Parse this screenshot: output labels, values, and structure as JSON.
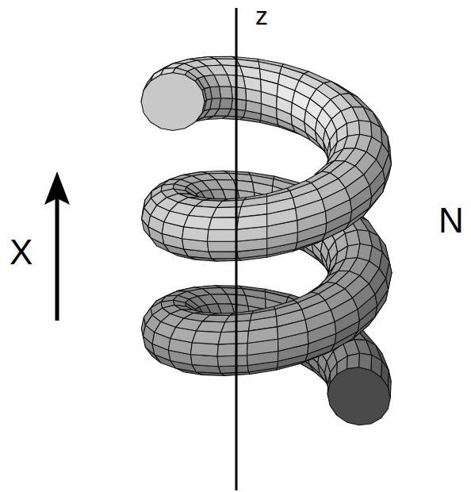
{
  "diagram": {
    "labels": [
      "z",
      "X",
      "N"
    ]
  }
}
